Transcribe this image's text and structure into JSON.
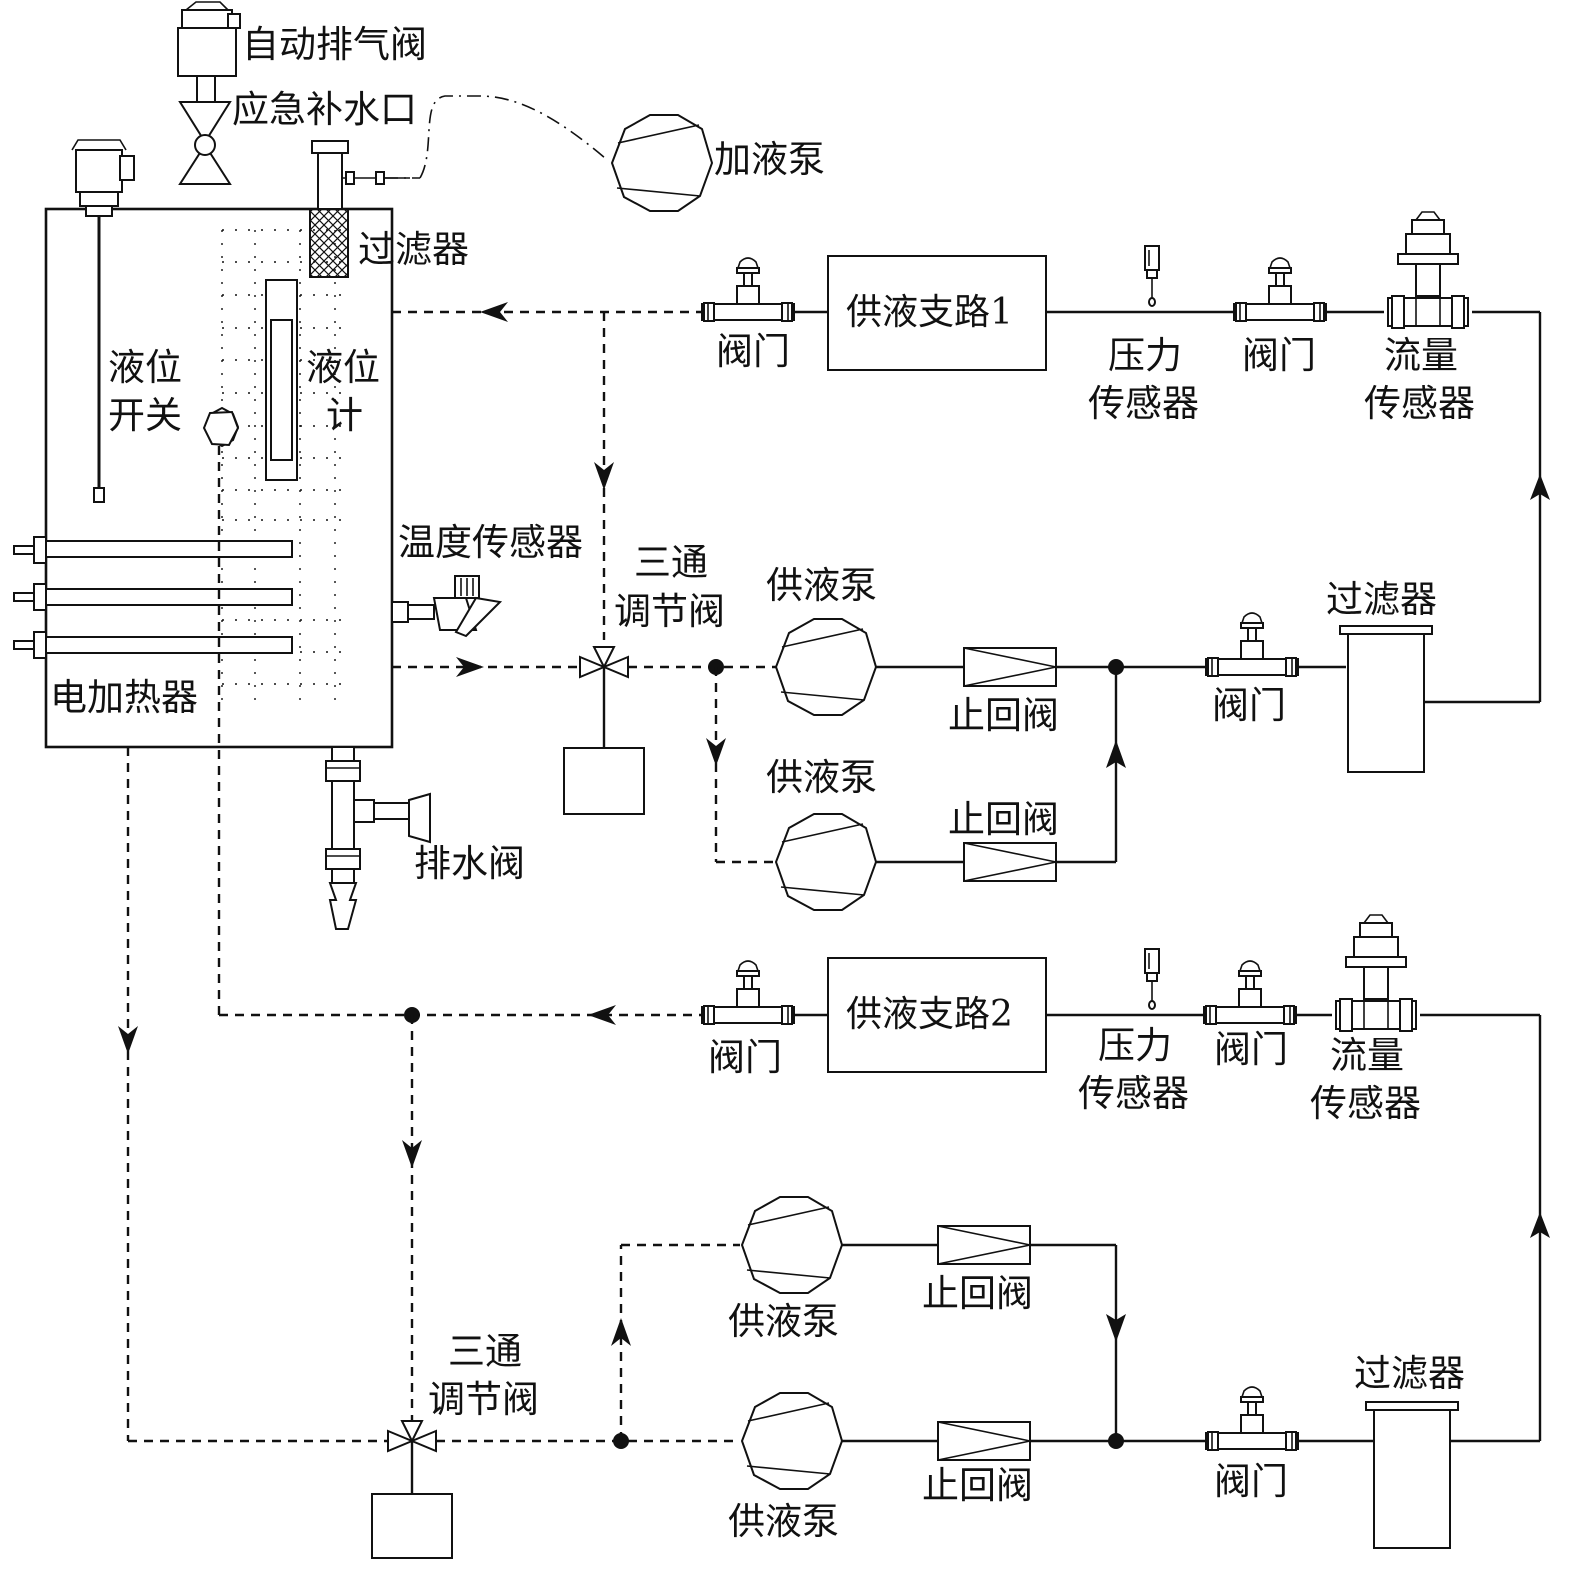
{
  "labels": {
    "auto_vent": "自动排气阀",
    "emergency_fill": "应急补水口",
    "fill_pump": "加液泵",
    "tank_filter": "过滤器",
    "level_switch_1": "液位",
    "level_switch_2": "开关",
    "level_gauge_1": "液位",
    "level_gauge_2": "计",
    "electric_heater": "电加热器",
    "temp_sensor": "温度传感器",
    "drain_valve": "排水阀",
    "branch1_valve": "阀门",
    "branch1_box": "供液支路1",
    "branch1_pressure_1": "压力",
    "branch1_pressure_2": "传感器",
    "branch1_valve2": "阀门",
    "branch1_flow_1": "流量",
    "branch1_flow_2": "传感器",
    "up_3way_1": "三通",
    "up_3way_2": "调节阀",
    "up_pump_a": "供液泵",
    "up_check_a": "止回阀",
    "up_pump_b": "供液泵",
    "up_check_b": "止回阀",
    "up_valve": "阀门",
    "up_filter": "过滤器",
    "branch2_valve": "阀门",
    "branch2_box": "供液支路2",
    "branch2_pressure_1": "压力",
    "branch2_pressure_2": "传感器",
    "branch2_valve2": "阀门",
    "branch2_flow_1": "流量",
    "branch2_flow_2": "传感器",
    "low_pump_a": "供液泵",
    "low_check_a": "止回阀",
    "low_3way_1": "三通",
    "low_3way_2": "调节阀",
    "low_pump_b": "供液泵",
    "low_check_b": "止回阀",
    "low_valve": "阀门",
    "low_filter": "过滤器"
  }
}
